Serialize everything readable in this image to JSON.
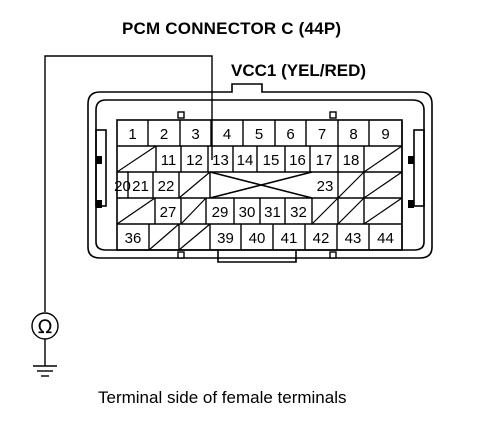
{
  "title": "PCM CONNECTOR C (44P)",
  "wire_label": "VCC1 (YEL/RED)",
  "caption": "Terminal side of female terminals",
  "meter_symbol": "Ω",
  "rows": [
    [
      "1",
      "2",
      "3",
      "4",
      "5",
      "6",
      "7",
      "8",
      "9"
    ],
    [
      "",
      "11",
      "12",
      "13",
      "14",
      "15",
      "16",
      "17",
      "18",
      ""
    ],
    [
      "20",
      "21",
      "22",
      "",
      "",
      "",
      "",
      "",
      "",
      "23",
      "",
      ""
    ],
    [
      "",
      "27",
      "",
      "29",
      "30",
      "31",
      "32",
      "",
      "",
      ""
    ],
    [
      "36",
      "",
      "",
      "39",
      "40",
      "41",
      "42",
      "43",
      "44"
    ]
  ]
}
